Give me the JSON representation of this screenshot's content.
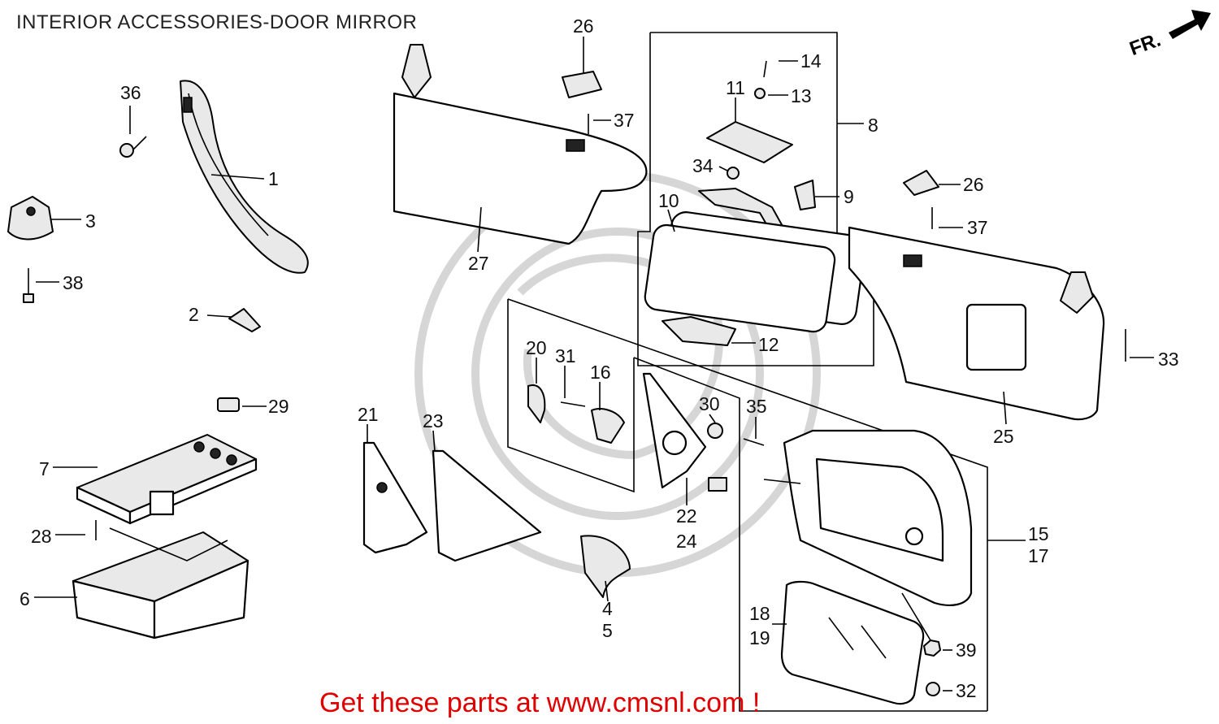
{
  "title": "INTERIOR ACCESSORIES-DOOR  MIRROR",
  "direction_marker": "FR.",
  "promo_text": "Get these parts at www.cmsnl.com !",
  "colors": {
    "line": "#000000",
    "promo": "#e00000",
    "watermark": "#d6d6d6"
  },
  "callouts": {
    "c1": "1",
    "c2": "2",
    "c3": "3",
    "c4": "4",
    "c5": "5",
    "c6": "6",
    "c7": "7",
    "c8": "8",
    "c9": "9",
    "c10": "10",
    "c11": "11",
    "c12": "12",
    "c13": "13",
    "c14": "14",
    "c15": "15",
    "c16": "16",
    "c17": "17",
    "c18": "18",
    "c19": "19",
    "c20": "20",
    "c21": "21",
    "c22": "22",
    "c23": "23",
    "c24": "24",
    "c25": "25",
    "c26a": "26",
    "c26b": "26",
    "c27": "27",
    "c28": "28",
    "c29": "29",
    "c30": "30",
    "c31": "31",
    "c32": "32",
    "c33": "33",
    "c34": "34",
    "c35": "35",
    "c36": "36",
    "c37a": "37",
    "c37b": "37",
    "c38": "38",
    "c39": "39"
  }
}
